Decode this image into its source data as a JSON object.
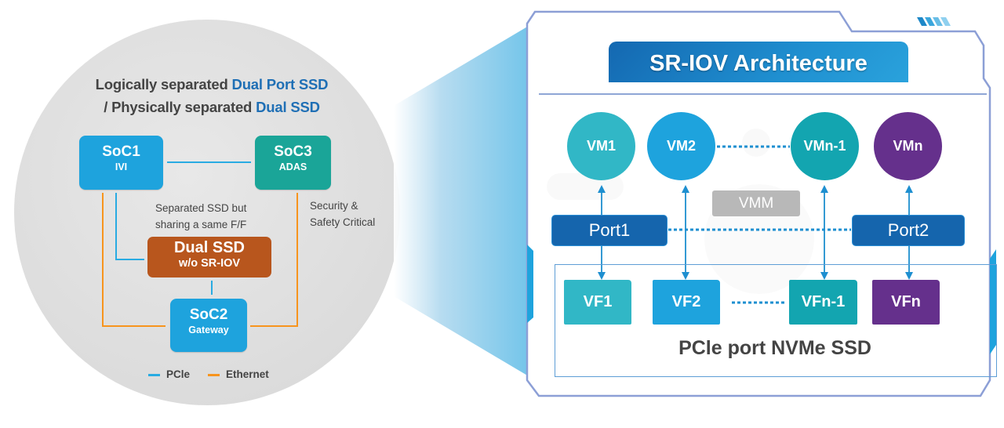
{
  "left_diagram": {
    "title_line1_plain": "Logically separated ",
    "title_line1_highlight": "Dual Port SSD",
    "title_line2_plain": "/ Physically separated ",
    "title_line2_highlight": "Dual SSD",
    "nodes": {
      "soc1": {
        "name": "SoC1",
        "sub": "IVI",
        "color": "#1ea3dd"
      },
      "soc3": {
        "name": "SoC3",
        "sub": "ADAS",
        "color": "#1aa598"
      },
      "soc2": {
        "name": "SoC2",
        "sub": "Gateway",
        "color": "#1ea3dd"
      },
      "dual_ssd": {
        "name": "Dual SSD",
        "sub": "w/o SR-IOV",
        "color": "#b8561d"
      }
    },
    "notes": {
      "shared_ff_line1": "Separated SSD but",
      "shared_ff_line2": "sharing a same F/F",
      "safety_line1": "Security &",
      "safety_line2": "Safety Critical"
    },
    "legend": [
      {
        "label": "PCle",
        "color": "#29abe2"
      },
      {
        "label": "Ethernet",
        "color": "#f7941d"
      }
    ]
  },
  "right_diagram": {
    "title": "SR-IOV Architecture",
    "vms": [
      {
        "label": "VM1",
        "color": "#31b7c6"
      },
      {
        "label": "VM2",
        "color": "#1ea3dd"
      },
      {
        "label": "VMn-1",
        "color": "#13a5b0"
      },
      {
        "label": "VMn",
        "color": "#65308c"
      }
    ],
    "vmm_label": "VMM",
    "ports": [
      {
        "label": "Port1"
      },
      {
        "label": "Port2"
      }
    ],
    "vfs": [
      {
        "label": "VF1",
        "color": "#31b7c6"
      },
      {
        "label": "VF2",
        "color": "#1ea3dd"
      },
      {
        "label": "VFn-1",
        "color": "#13a5b0"
      },
      {
        "label": "VFn",
        "color": "#65308c"
      }
    ],
    "ssd_label": "PCle port NVMe SSD"
  }
}
